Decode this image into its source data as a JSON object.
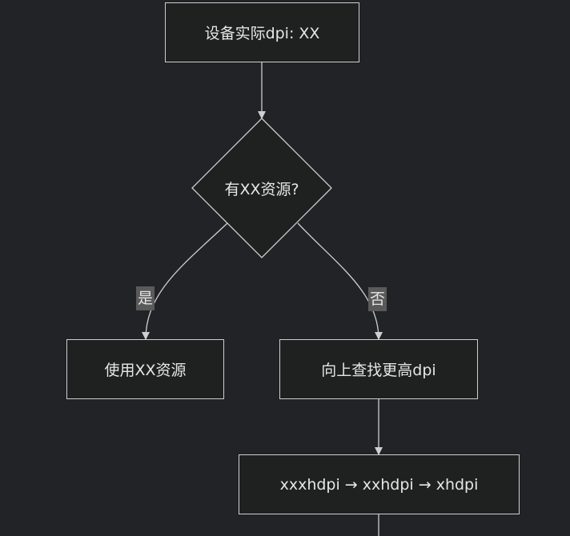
{
  "diagram": {
    "nodes": {
      "start": {
        "label": "设备实际dpi: XX"
      },
      "decision": {
        "label": "有XX资源?"
      },
      "use_resource": {
        "label": "使用XX资源"
      },
      "search_higher": {
        "label": "向上查找更高dpi"
      },
      "order": {
        "label": "xxxhdpi → xxhdpi → xhdpi"
      }
    },
    "edges": {
      "yes_label": "是",
      "no_label": "否"
    }
  },
  "colors": {
    "background": "#222327",
    "node_fill": "#1f2020",
    "stroke": "#cfcfcf",
    "edge_label_bg": "#5a5a5a"
  }
}
